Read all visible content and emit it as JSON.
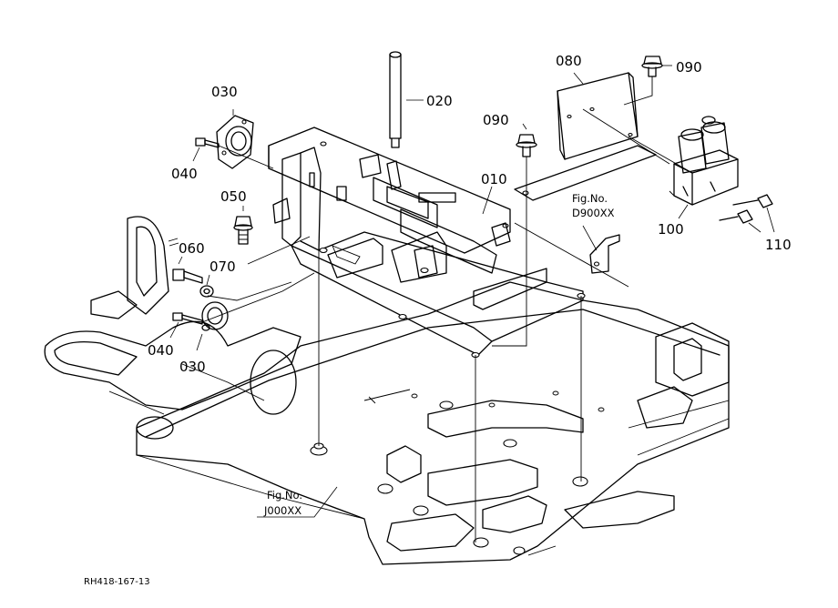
{
  "drawing_code": "RH418-167-13",
  "part_labels": [
    {
      "id": "p010",
      "text": "010"
    },
    {
      "id": "p020",
      "text": "020"
    },
    {
      "id": "p030a",
      "text": "030"
    },
    {
      "id": "p030b",
      "text": "030"
    },
    {
      "id": "p040a",
      "text": "040"
    },
    {
      "id": "p040b",
      "text": "040"
    },
    {
      "id": "p050",
      "text": "050"
    },
    {
      "id": "p060",
      "text": "060"
    },
    {
      "id": "p070",
      "text": "070"
    },
    {
      "id": "p080",
      "text": "080"
    },
    {
      "id": "p090a",
      "text": "090"
    },
    {
      "id": "p090b",
      "text": "090"
    },
    {
      "id": "p100",
      "text": "100"
    },
    {
      "id": "p110",
      "text": "110"
    }
  ],
  "fig_refs": [
    {
      "line1": "Fig.No.",
      "line2": "D900XX"
    },
    {
      "line1": "Fig.No.",
      "line2": "J000XX"
    }
  ]
}
